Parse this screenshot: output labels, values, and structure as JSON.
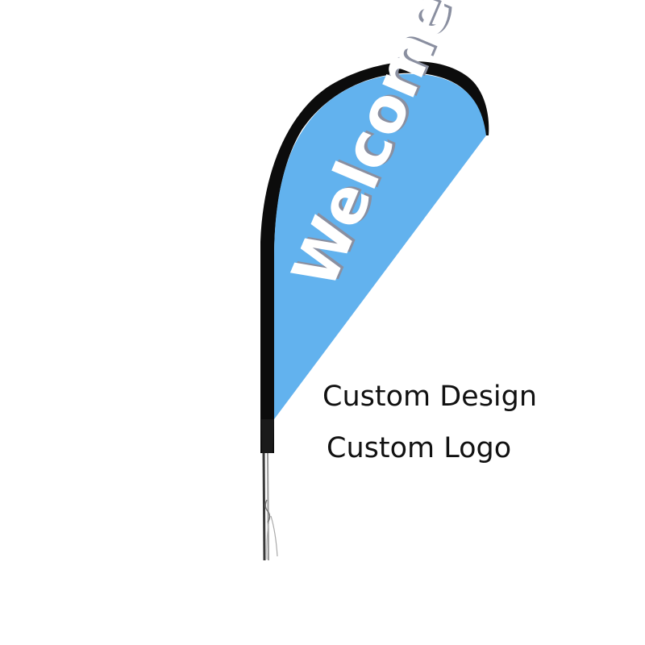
{
  "flag": {
    "text": "Welcome",
    "fabric_color": "#62b2ee",
    "edge_color": "#0c0c0c",
    "text_color": "#ffffff",
    "text_shadow_color": "#8a8fa0"
  },
  "captions": {
    "line1": "Custom Design",
    "line2": "Custom Logo"
  }
}
